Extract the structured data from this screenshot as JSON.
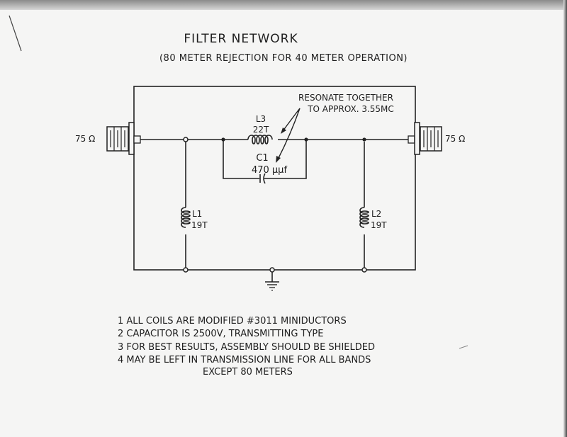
{
  "title": "FILTER NETWORK",
  "subtitle": "(80 METER  REJECTION  FOR  40 METER OPERATION)",
  "annotation": {
    "line1": "RESONATE TOGETHER",
    "line2": "TO APPROX. 3.55MC"
  },
  "components": {
    "L3": {
      "name": "L3",
      "value": "22T"
    },
    "C1": {
      "name": "C1",
      "value": "470 µµf"
    },
    "L1": {
      "name": "L1",
      "value": "19T"
    },
    "L2": {
      "name": "L2",
      "value": "19T"
    }
  },
  "connectors": {
    "input": {
      "impedance": "75 Ω"
    },
    "output": {
      "impedance": "75 Ω"
    }
  },
  "notes": [
    "1  ALL COILS ARE MODIFIED #3011 MINIDUCTORS",
    "2  CAPACITOR IS 2500V, TRANSMITTING TYPE",
    "3  FOR BEST RESULTS, ASSEMBLY SHOULD BE SHIELDED",
    "4  MAY BE LEFT IN TRANSMISSION LINE FOR ALL BANDS",
    "EXCEPT 80 METERS"
  ]
}
